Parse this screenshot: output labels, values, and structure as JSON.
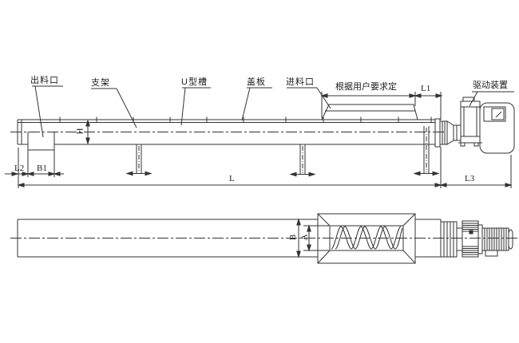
{
  "drawing": {
    "callouts": {
      "discharge_port": "出料口",
      "support": "支架",
      "u_trough": "U型槽",
      "cover_plate": "盖板",
      "feed_inlet": "进料口",
      "user_requirement": "根据用户要求定",
      "drive_unit": "驱动装置"
    },
    "dimensions": {
      "height": "H",
      "left_offset": "L2",
      "outlet_width": "B1",
      "total_length": "L",
      "inlet_offset": "L1",
      "drive_length": "L3",
      "trough_width": "B",
      "screw_diameter": "A"
    },
    "colors": {
      "line": "#333333",
      "background": "#ffffff"
    }
  }
}
